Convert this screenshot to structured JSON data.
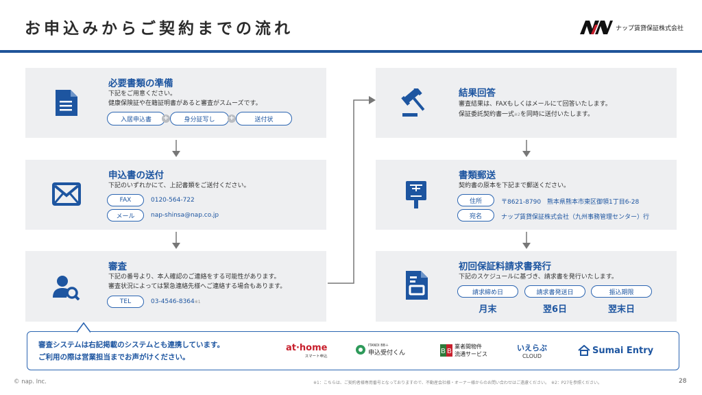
{
  "title": "お申込みからご契約までの流れ",
  "logo": {
    "text": "ナップ賃貸保証株式会社"
  },
  "steps": {
    "prep": {
      "title": "必要書類の準備",
      "desc1": "下記をご用意ください。",
      "desc2": "健康保険証や在籍証明書があると審査がスムーズです。",
      "pills": [
        "入居申込書",
        "身分証写し",
        "送付状"
      ]
    },
    "send": {
      "title": "申込書の送付",
      "desc": "下記のいずれかにて、上記書類をご送付ください。",
      "fax_label": "FAX",
      "fax_value": "0120-564-722",
      "mail_label": "メール",
      "mail_value": "nap-shinsa@nap.co.jp"
    },
    "review": {
      "title": "審査",
      "desc1": "下記の番号より、本人確認のご連絡をする可能性があります。",
      "desc2": "審査状況によっては緊急連絡先様へご連絡する場合もあります。",
      "tel_label": "TEL",
      "tel_value": "03-4546-8364",
      "tel_note": "※1"
    },
    "result": {
      "title": "結果回答",
      "desc1": "審査結果は、FAXもしくはメールにて回答いたします。",
      "desc2a": "保証委託契約書一式",
      "desc2note": "※2",
      "desc2b": "を同時に送付いたします。"
    },
    "mail": {
      "title": "書類郵送",
      "desc": "契約書の原本を下記まで郵送ください。",
      "addr_label": "住所",
      "addr_value": "〒8621-8790　熊本県熊本市東区御領1丁目6-28",
      "to_label": "宛名",
      "to_value": "ナップ賃貸保証株式会社（九州事務管理センター）行"
    },
    "invoice": {
      "title": "初回保証料請求書発行",
      "desc": "下記のスケジュールに基づき、請求書を発行いたします。",
      "schedule": [
        {
          "label": "請求締め日",
          "value": "月末"
        },
        {
          "label": "請求書発送日",
          "value": "翌6日"
        },
        {
          "label": "振込期限",
          "value": "翌末日"
        }
      ]
    }
  },
  "bubble": {
    "line1": "審査システムは右記掲載のシステムとも連携しています。",
    "line2": "ご利用の際は営業担当までお声がけください。"
  },
  "partners": {
    "athome": {
      "main": "at·home",
      "sub": "スマート申込"
    },
    "itandi": {
      "sub": "ITANDI BB＋",
      "main": "申込受付くん"
    },
    "bb": {
      "main": "業者間物件",
      "sub": "流通サービス"
    },
    "ierabu": {
      "main": "いえらぶ",
      "sub": "CLOUD"
    },
    "sumai": {
      "main": "Sumai Entry"
    }
  },
  "footer": {
    "copyright": "© nap. Inc.",
    "note": "※1：こちらは、ご契約者様専用番号となっておりますので、不動産会社様・オーナー様からのお問い合わせはご遠慮ください。　※2：P27を参照ください。",
    "page": "28"
  },
  "colors": {
    "accent": "#1d55a0",
    "rule": "#1f5499",
    "box": "#eeeff1",
    "arrow": "#777777"
  }
}
